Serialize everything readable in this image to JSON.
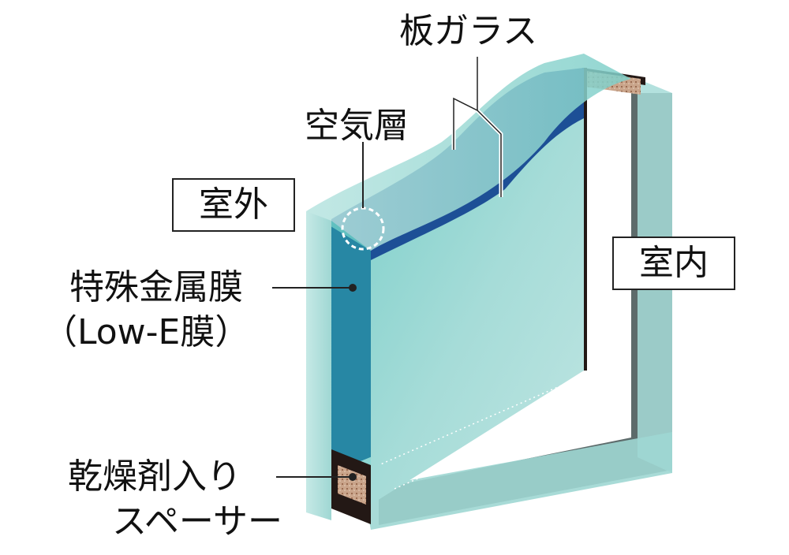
{
  "labels": {
    "plate_glass": "板ガラス",
    "air_layer": "空気層",
    "outdoor": "室外",
    "indoor": "室内",
    "lowe_line1": "特殊金属膜",
    "lowe_line2": "（Low-E膜）",
    "spacer_line1": "乾燥剤入り",
    "spacer_line2": "スペーサー"
  },
  "colors": {
    "glass_light": "#a8dcd8",
    "glass_mid": "#7fcac6",
    "glass_teal": "#2fb6b0",
    "lowe_blue": "#1d4f96",
    "spacer_dark": "#231815",
    "frame_gray": "#5d6b6b",
    "desiccant": "#b88a6e"
  }
}
